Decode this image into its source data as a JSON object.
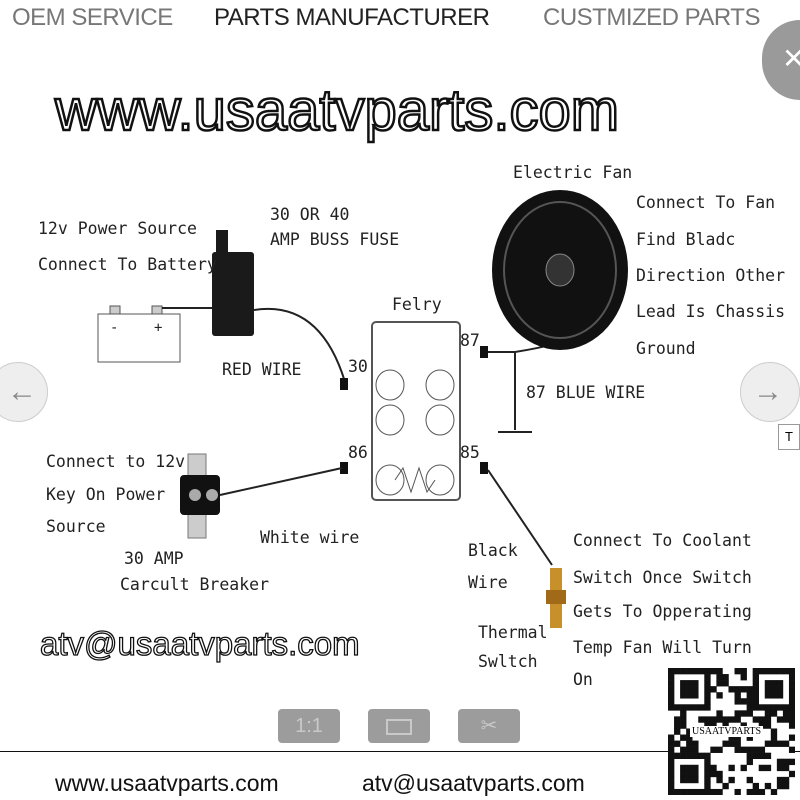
{
  "header": {
    "items": [
      "OEM SERVICE",
      "PARTS MANUFACTURER",
      "CUSTMIZED PARTS"
    ],
    "active_index": 1
  },
  "viewer": {
    "close_icon": "close-icon",
    "prev_icon": "arrow-left-icon",
    "next_icon": "arrow-right-icon",
    "tooltip": "T",
    "toolbar": {
      "actual_size_label": "1:1",
      "fit_icon": "fit-screen-icon",
      "crop_icon": "crop-icon"
    }
  },
  "diagram": {
    "power_source": [
      "12v Power Source",
      "Connect To Battery"
    ],
    "battery_terminals": [
      "-",
      "+"
    ],
    "fuse": [
      "30 OR 40",
      "AMP BUSS FUSE"
    ],
    "relay_title": "Felry",
    "relay_pins": [
      "30",
      "87",
      "86",
      "85"
    ],
    "red_wire": "RED WIRE",
    "blue_wire": "87 BLUE WIRE",
    "fan_title": "Electric Fan",
    "fan_note": [
      "Connect To Fan",
      "Find Bladc",
      "Direction Other",
      "Lead Is Chassis",
      "Ground"
    ],
    "key_power": [
      "Connect to 12v",
      "Key On Power",
      "Source"
    ],
    "breaker": [
      "30 AMP",
      "Carcult Breaker"
    ],
    "white_wire": "White wire",
    "black_wire": [
      "Black",
      "Wire"
    ],
    "thermal": [
      "Thermal",
      "Swltch"
    ],
    "coolant_note": [
      "Connect To Coolant",
      "Switch Once Switch",
      "Gets To Opperating",
      "Temp Fan Will Turn",
      "On"
    ]
  },
  "watermark": {
    "site": "www.usaatvparts.com",
    "email": "atv@usaatvparts.com"
  },
  "footer": {
    "site": "www.usaatvparts.com",
    "email": "atv@usaatvparts.com",
    "qr_label": "USAATVPARTS"
  }
}
